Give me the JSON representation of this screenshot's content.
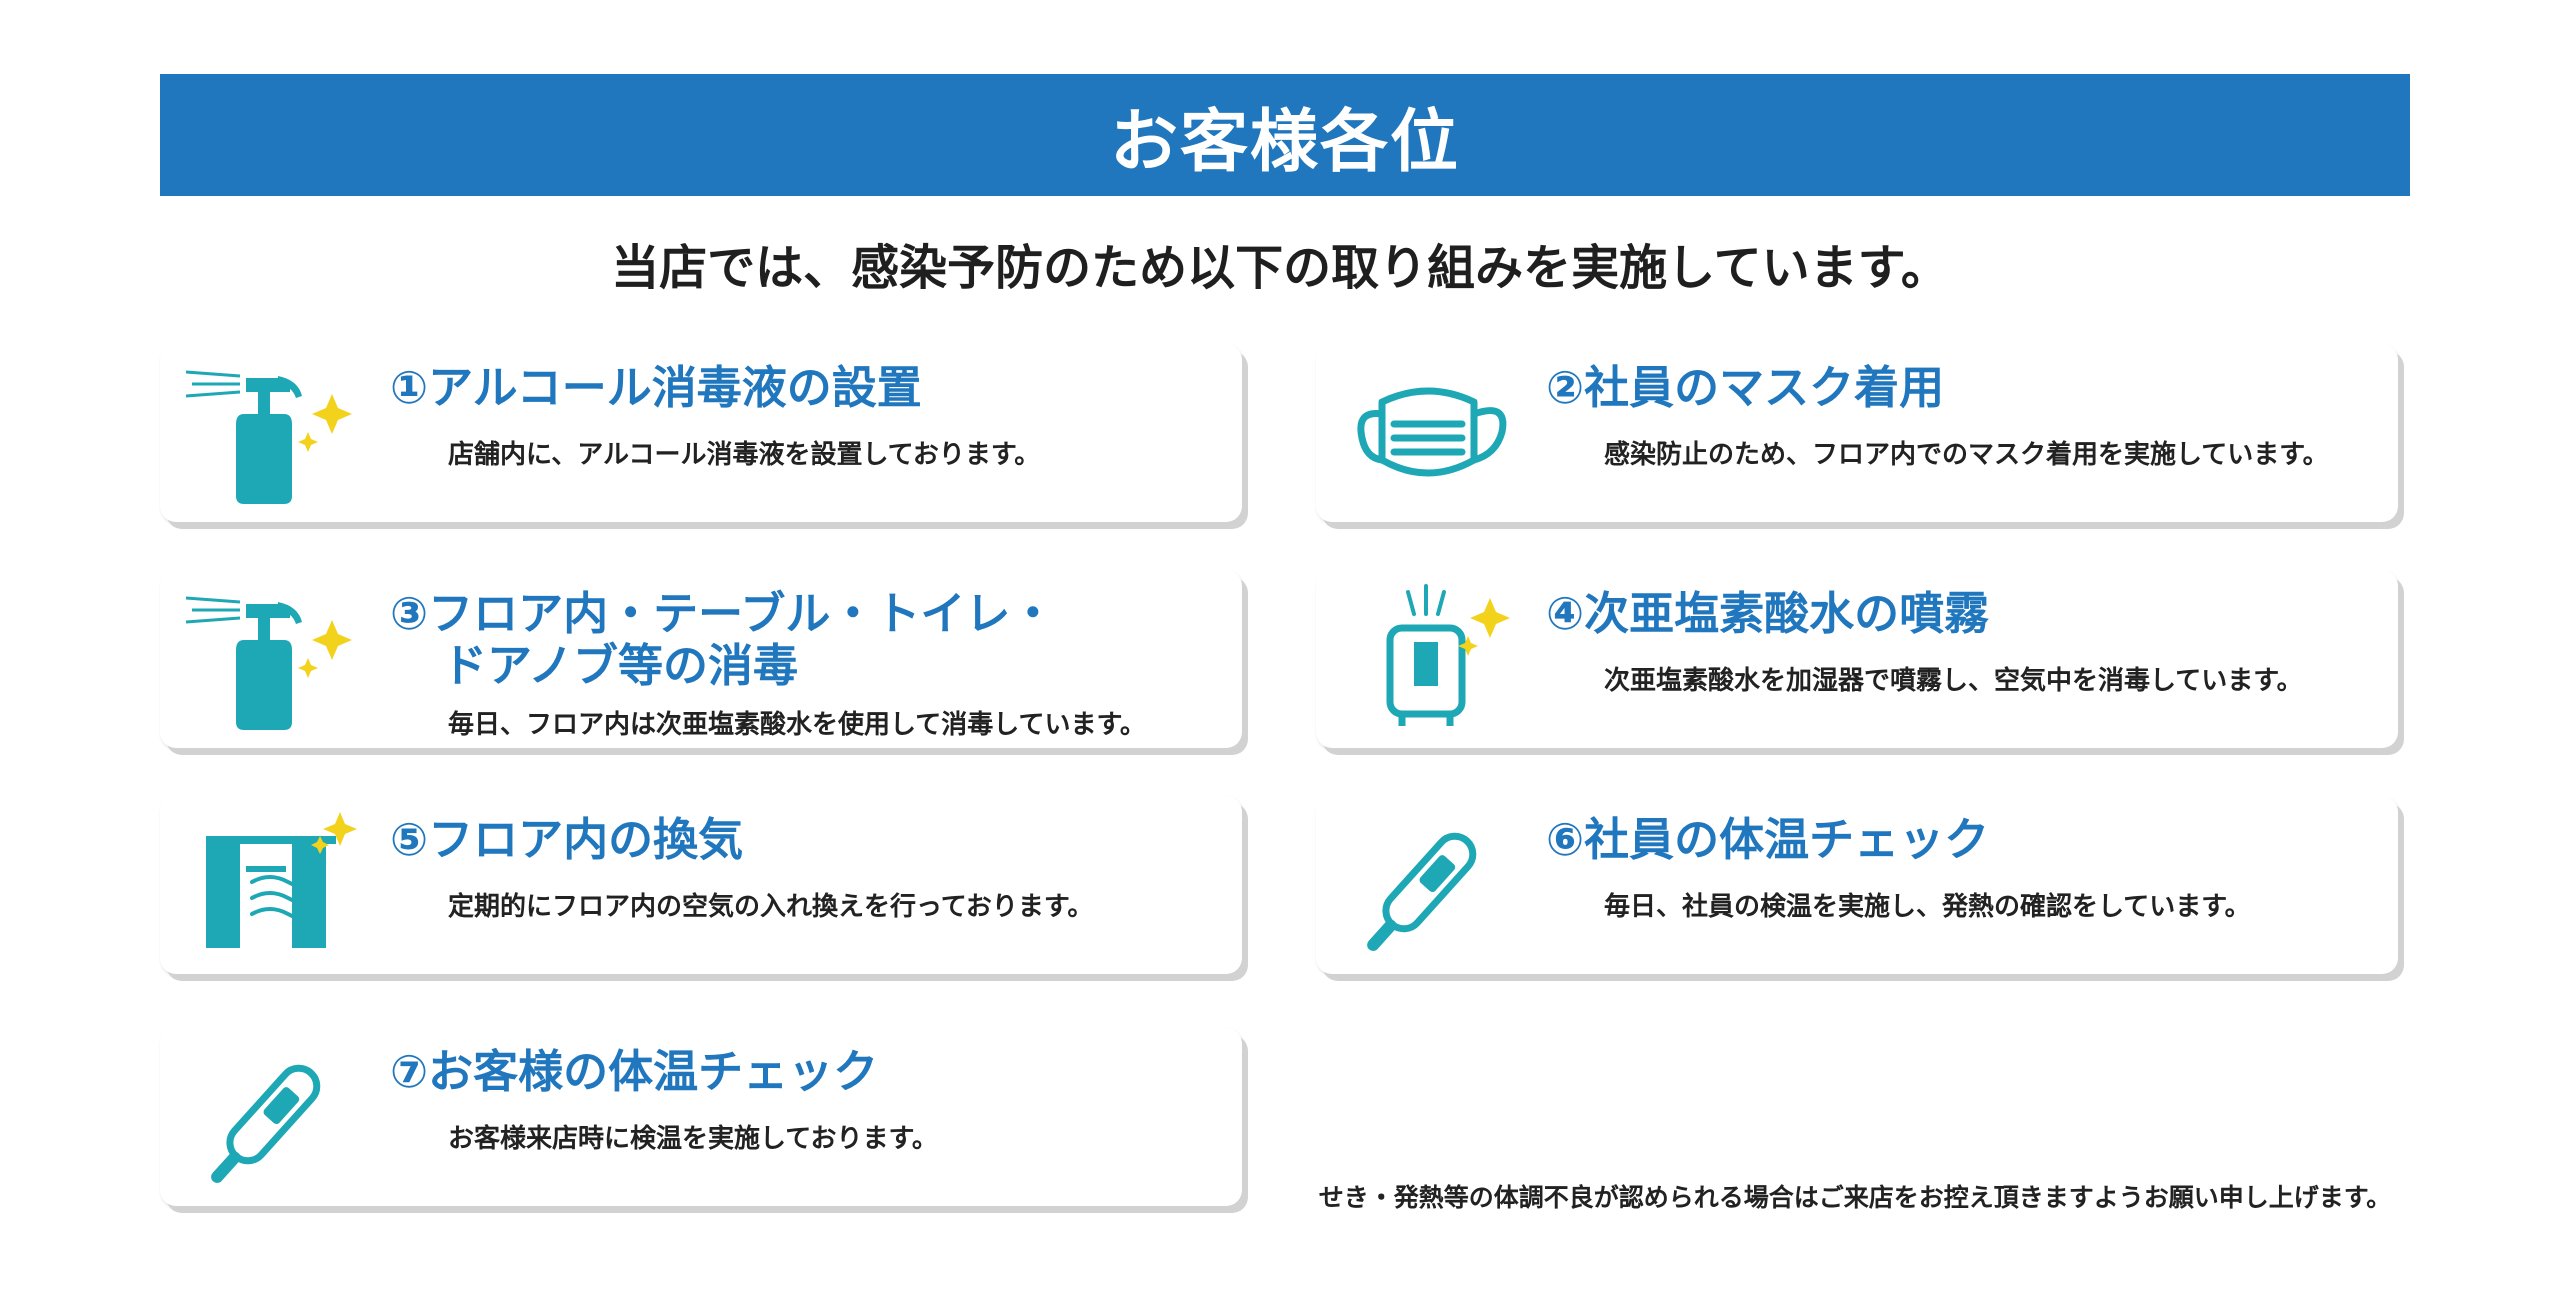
{
  "header": {
    "title": "お客様各位"
  },
  "subtitle": "当店では、感染予防のため以下の取り組みを実施しています。",
  "colors": {
    "banner": "#2077be",
    "icon": "#1ea7b5",
    "sparkle": "#f3d21c",
    "title": "#2077be"
  },
  "cards": [
    {
      "title": "①アルコール消毒液の設置",
      "desc": "店舗内に、アルコール消毒液を設置しております。",
      "icon": "spray-bottle-icon"
    },
    {
      "title": "②社員のマスク着用",
      "desc": "感染防止のため、フロア内でのマスク着用を実施しています。",
      "icon": "face-mask-icon"
    },
    {
      "title": "③フロア内・テーブル・トイレ・",
      "title2": "ドアノブ等の消毒",
      "desc": "毎日、フロア内は次亜塩素酸水を使用して消毒しています。",
      "icon": "spray-bottle-icon"
    },
    {
      "title": "④次亜塩素酸水の噴霧",
      "desc": "次亜塩素酸水を加湿器で噴霧し、空気中を消毒しています。",
      "icon": "humidifier-icon"
    },
    {
      "title": "⑤フロア内の換気",
      "desc": "定期的にフロア内の空気の入れ換えを行っております。",
      "icon": "window-ventilation-icon"
    },
    {
      "title": "⑥社員の体温チェック",
      "desc": "毎日、社員の検温を実施し、発熱の確認をしています。",
      "icon": "thermometer-icon"
    },
    {
      "title": "⑦お客様の体温チェック",
      "desc": "お客様来店時に検温を実施しております。",
      "icon": "thermometer-icon"
    }
  ],
  "notice": "せき・発熱等の体調不良が認められる場合はご来店をお控え頂きますようお願い申し上げます。"
}
